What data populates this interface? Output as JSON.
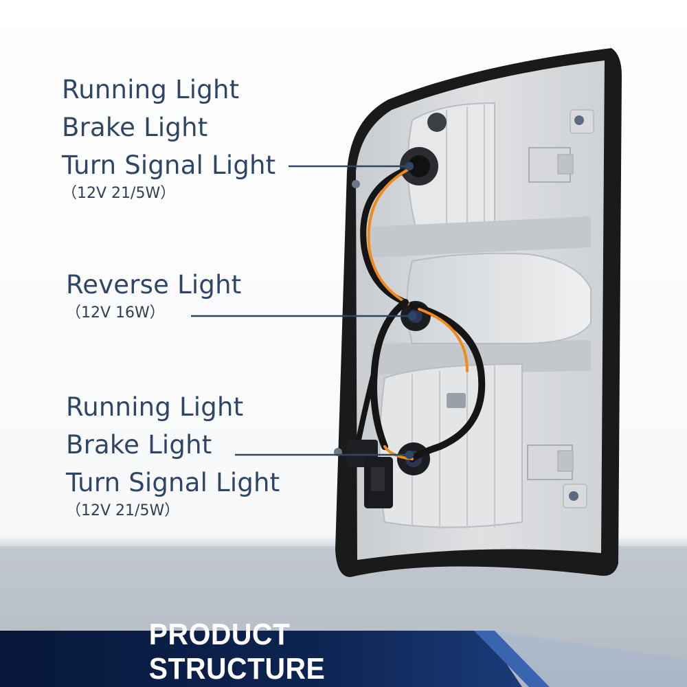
{
  "callouts": {
    "top": {
      "lines": [
        "Running Light",
        "Brake Light",
        "Turn Signal Light"
      ],
      "spec": "（12V 21/5W）"
    },
    "middle": {
      "lines": [
        "Reverse Light"
      ],
      "spec": "（12V 16W）"
    },
    "bottom": {
      "lines": [
        "Running Light",
        "Brake Light",
        "Turn Signal Light"
      ],
      "spec": "（12V 21/5W）"
    }
  },
  "banner": {
    "title": "PRODUCT STRUCTURE"
  },
  "colors": {
    "label_text": "#2f4566",
    "leader_line": "#2f4566",
    "banner_dark": "#0a1a3d",
    "banner_mid": "#1f3f7a",
    "floor_gray": "#b9c0c8",
    "lamp_housing": "#d7d9dc",
    "lamp_frame": "#1a1a1a",
    "wire_black": "#151515",
    "wire_orange": "#f08a1a"
  }
}
